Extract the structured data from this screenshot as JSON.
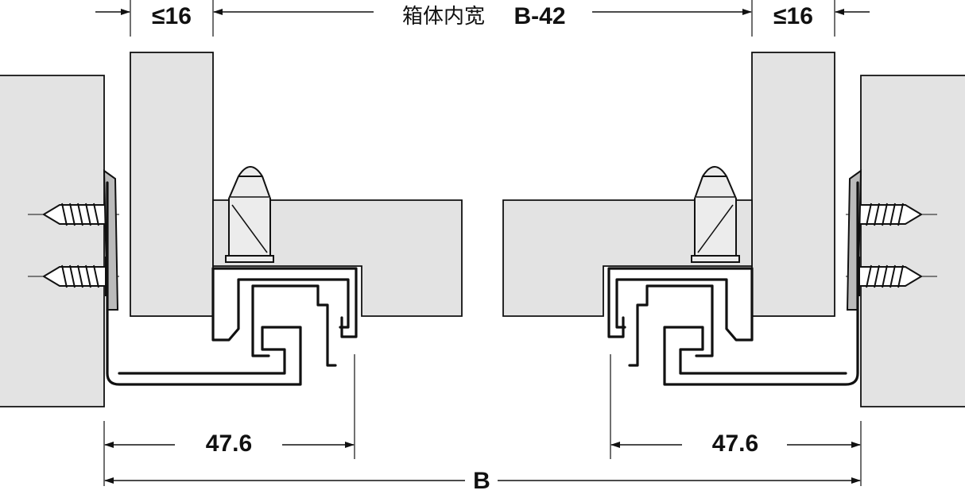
{
  "dimensions": {
    "inner_width_label": "箱体内宽",
    "inner_width_value": "B-42",
    "side_thickness_left": "≤16",
    "side_thickness_right": "≤16",
    "rail_width_left": "47.6",
    "rail_width_right": "47.6",
    "overall_width": "B"
  },
  "colors": {
    "panel_fill": "#e3e3e3",
    "line": "#111111"
  }
}
